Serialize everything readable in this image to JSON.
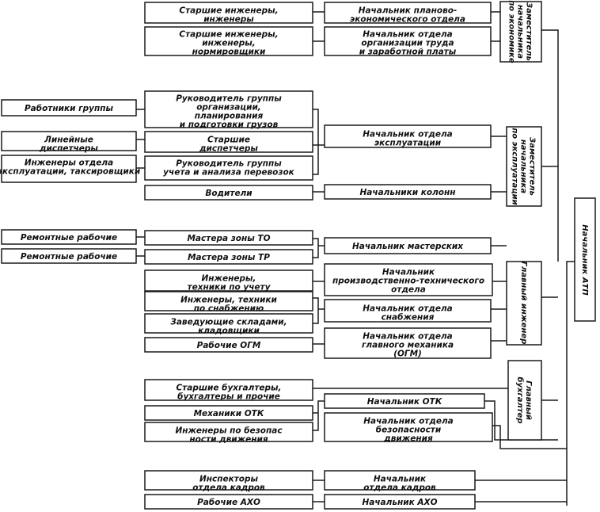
{
  "head": "Начальник АТП",
  "deputies": {
    "economics": "Заместитель начальника по экономике",
    "operations": "Заместитель начальника по эксплуатации",
    "chief_engineer": "Главный инженер",
    "chief_accountant": "Главный бухгалтер"
  },
  "departments": {
    "planning_econ": "Начальник планово-экономического отдела",
    "labor_org": "Начальник отдела организации труда и заработной платы",
    "operations_dept": "Начальник отдела эксплуатации",
    "column_heads": "Начальники колонн",
    "workshops": "Начальник мастерских",
    "prod_tech": "Начальник производственно-технического отдела",
    "supply": "Начальник отдела снабжения",
    "chief_mechanic": "Начальник отдела главного механика (ОГМ)",
    "otk": "Начальник ОТК",
    "traffic_safety": "Начальник отдела безопасности движения",
    "hr": "Начальник отдела кадров",
    "axo": "Начальник АХО"
  },
  "staff": {
    "senior_engineers": "Старшие инженеры, инженеры",
    "senior_engineers_norm": "Старшие инженеры, инженеры, нормировщики",
    "group_lead_planning": "Руководитель группы организации, планирования и подготовки грузов",
    "senior_dispatchers": "Старшие диспетчеры",
    "group_lead_accounting": "Руководитель группы учета и анализа перевозок",
    "drivers": "Водители",
    "zone_to_masters": "Мастера зоны ТО",
    "zone_tr_masters": "Мастера зоны ТР",
    "engineers_accounting": "Инженеры, техники по учету",
    "engineers_supply": "Инженеры, техники по снабжению",
    "warehouse_heads": "Заведующие складами, кладовщики",
    "ogm_workers": "Рабочие ОГМ",
    "accountants": "Старшие бухгалтеры, бухгалтеры и прочие",
    "otk_mechanics": "Механики ОТК",
    "safety_engineers": "Инженеры по безопасности движения",
    "hr_inspectors": "Инспекторы отдела кадров",
    "axo_workers": "Рабочие АХО"
  },
  "sub_staff": {
    "group_workers": "Работники группы",
    "line_dispatchers": "Линейные диспетчеры",
    "ops_engineers": "Инженеры отдела эксплуатации, таксировщики",
    "repair_workers_to": "Ремонтные рабочие",
    "repair_workers_tr": "Ремонтные рабочие"
  }
}
